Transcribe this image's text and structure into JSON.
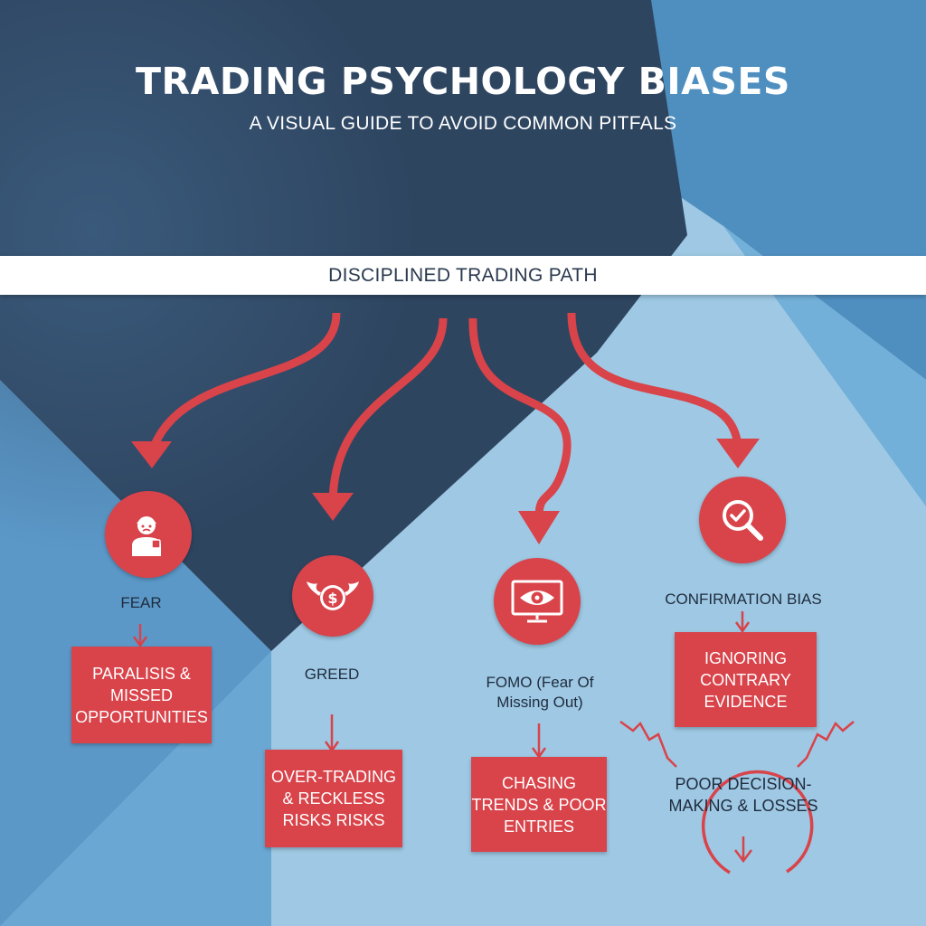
{
  "header": {
    "title": "TRADING PSYCHOLOGY BIASES",
    "subtitle": "A VISUAL GUIDE TO AVOID COMMON PITFALS"
  },
  "path_banner": "DISCIPLINED TRADING PATH",
  "colors": {
    "dark_navy": "#2e4560",
    "mid_blue": "#4f8fc0",
    "light_blue": "#9ec8e3",
    "accent_red": "#d9434a",
    "text_dark": "#1f2c3e",
    "white": "#ffffff"
  },
  "biases": [
    {
      "label": "FEAR",
      "icon": "anxious-person-icon",
      "outcome": "PARALISIS & MISSED OPPORTUNITIES"
    },
    {
      "label": "GREED",
      "icon": "winged-money-icon",
      "outcome": "OVER-TRADING & RECKLESS RISKS RISKS"
    },
    {
      "label": "FOMO (Fear Of Missing Out)",
      "icon": "eye-monitor-icon",
      "outcome": "CHASING TRENDS & POOR ENTRIES"
    },
    {
      "label": "CONFIRMATION BIAS",
      "icon": "magnifier-check-icon",
      "outcome": "IGNORING CONTRARY EVIDENCE"
    }
  ],
  "final_outcome": "POOR DECISION-MAKING & LOSSES"
}
